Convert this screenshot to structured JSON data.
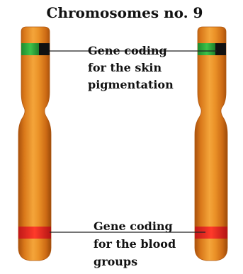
{
  "title": "Chromosomes no. 9",
  "labels": {
    "skin_gene": [
      "Gene coding",
      "for the skin",
      "pigmentation"
    ],
    "blood_gene": [
      "Gene coding",
      "for the blood",
      "groups"
    ]
  },
  "chromosomes": [
    {
      "name": "left-chromosome"
    },
    {
      "name": "right-chromosome"
    }
  ],
  "colors": {
    "chromosome_body": "#e8891f",
    "chromosome_edge": "#b55a0e",
    "skin_band_green": "#2aa03a",
    "skin_band_black": "#111111",
    "blood_band_red": "#e0201e",
    "pointer_line": "#222222"
  }
}
